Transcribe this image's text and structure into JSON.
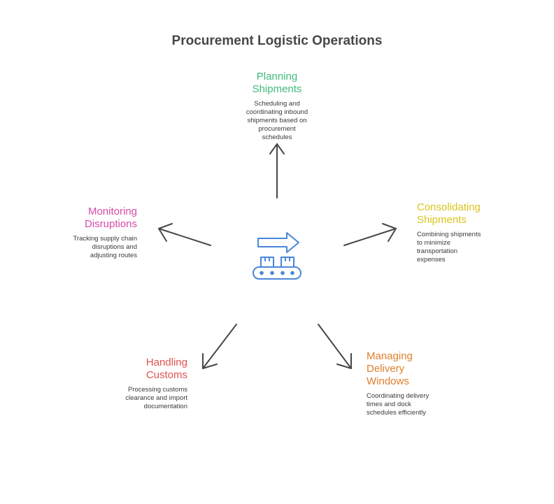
{
  "title": "Procurement Logistic Operations",
  "nodes": {
    "planning": {
      "title": "Planning\nShipments",
      "desc": "Scheduling and\ncoordinating inbound\nshipments based on\nprocurement\nschedules",
      "color": "#3dbb7c"
    },
    "consolidating": {
      "title": "Consolidating\nShipments",
      "desc": "Combining shipments\nto minimize\ntransportation\nexpenses",
      "color": "#d9c51c"
    },
    "managing": {
      "title": "Managing\nDelivery\nWindows",
      "desc": "Coordinating delivery\ntimes and dock\nschedules efficiently",
      "color": "#e07f2b"
    },
    "handling": {
      "title": "Handling\nCustoms",
      "desc": "Processing customs\nclearance and import\ndocumentation",
      "color": "#e05252"
    },
    "monitoring": {
      "title": "Monitoring\nDisruptions",
      "desc": "Tracking supply chain\ndisruptions and\nadjusting routes",
      "color": "#d94aa8"
    }
  },
  "colors": {
    "arrow": "#474747",
    "icon": "#4a86d9"
  },
  "center_icon": "conveyor-belt-icon"
}
